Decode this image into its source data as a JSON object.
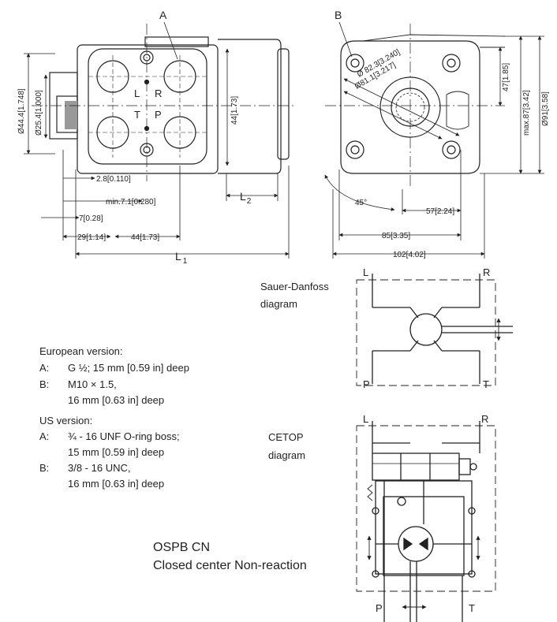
{
  "callouts": {
    "a": "A",
    "b": "B"
  },
  "ports": {
    "l": "L",
    "r": "R",
    "t": "T",
    "p": "P"
  },
  "dims": {
    "d_44_4": "Ø44.4[1.748]",
    "d_25_4": "Ø25.4[1.000]",
    "h_44": "44[1.73]",
    "d_2_8": "2.8[0.110]",
    "d_7_1": "min.7.1[0.280]",
    "d_7": "7[0.28]",
    "d_29": "29[1.14]",
    "d_44b": "44[1.73]",
    "l1": "L",
    "l1_sub": "1",
    "l2": "L",
    "l2_sub": "2",
    "d_82_3": "Ø 82.3[3.240]",
    "d_81": "Ø81.1[3.217]",
    "d_47": "47[1.85]",
    "d_max87": "max.87[3.42]",
    "d_91": "Ø91[3.58]",
    "angle45": "45°",
    "d_57": "57[2.24]",
    "d_85": "85[3.35]",
    "d_102": "102[4.02]"
  },
  "sauer": {
    "line1": "Sauer-Danfoss",
    "line2": "diagram"
  },
  "cetop": {
    "line1": "CETOP",
    "line2": "diagram"
  },
  "european": {
    "heading": "European version:",
    "a_key": "A:",
    "a_val": "G ½; 15 mm [0.59 in] deep",
    "b_key": "B:",
    "b_val1": "M10 × 1.5,",
    "b_val2": "16 mm [0.63 in] deep"
  },
  "us": {
    "heading": "US version:",
    "a_key": "A:",
    "a_val1": "¾ - 16 UNF O-ring boss;",
    "a_val2": "15 mm [0.59 in] deep",
    "b_key": "B:",
    "b_val1": "3/8 - 16 UNC,",
    "b_val2": "16 mm [0.63 in] deep"
  },
  "product": {
    "title": "OSPB CN",
    "subtitle": "Closed center Non-reaction"
  }
}
